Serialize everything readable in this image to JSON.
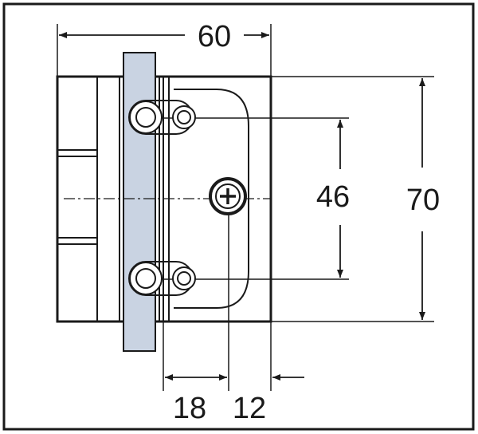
{
  "dimensions": {
    "width": "60",
    "height": "70",
    "hole_spacing": "46",
    "offset_glass": "18",
    "offset_wall": "12"
  },
  "colors": {
    "line": "#1a1a1a",
    "glass": "#c9d3e2",
    "background": "#ffffff"
  }
}
